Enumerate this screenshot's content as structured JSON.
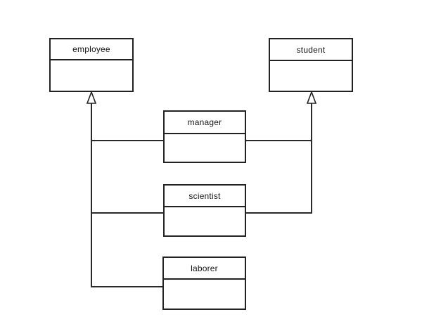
{
  "diagram": {
    "kind": "uml-class-diagram",
    "background_color": "#ffffff",
    "line_color": "#2a2a2a",
    "box_fill_color": "#ffffff",
    "text_color": "#141414",
    "classes": [
      {
        "id": "employee",
        "label": "employee"
      },
      {
        "id": "student",
        "label": "student"
      },
      {
        "id": "manager",
        "label": "manager"
      },
      {
        "id": "scientist",
        "label": "scientist"
      },
      {
        "id": "laborer",
        "label": "laborer"
      }
    ],
    "relations": [
      {
        "type": "generalization",
        "from": "manager",
        "to": "employee",
        "arrow": "hollow-triangle"
      },
      {
        "type": "generalization",
        "from": "scientist",
        "to": "employee",
        "arrow": "hollow-triangle"
      },
      {
        "type": "generalization",
        "from": "laborer",
        "to": "employee",
        "arrow": "hollow-triangle"
      },
      {
        "type": "generalization",
        "from": "manager",
        "to": "student",
        "arrow": "hollow-triangle"
      },
      {
        "type": "generalization",
        "from": "scientist",
        "to": "student",
        "arrow": "hollow-triangle"
      }
    ]
  }
}
